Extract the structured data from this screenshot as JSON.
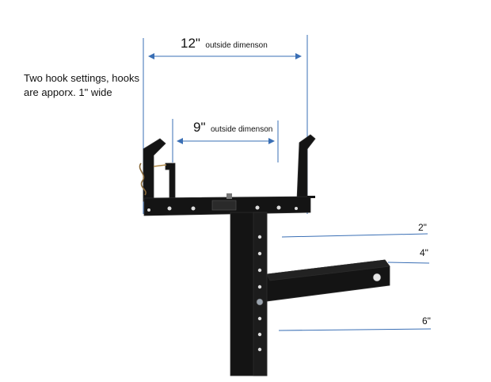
{
  "note": {
    "line1": "Two hook settings, hooks",
    "line2": "are apporx. 1\" wide"
  },
  "dimensions": {
    "outer": {
      "value": "12\"",
      "label": "outside dimenson"
    },
    "inner": {
      "value": "9\"",
      "label": "outside dimenson"
    }
  },
  "heights": [
    {
      "label": "2\""
    },
    {
      "label": "4\""
    },
    {
      "label": "6\""
    }
  ],
  "colors": {
    "dimension_line": "#3a6fb5",
    "steel": "#141414",
    "steel_edge": "#2c2c2c"
  }
}
